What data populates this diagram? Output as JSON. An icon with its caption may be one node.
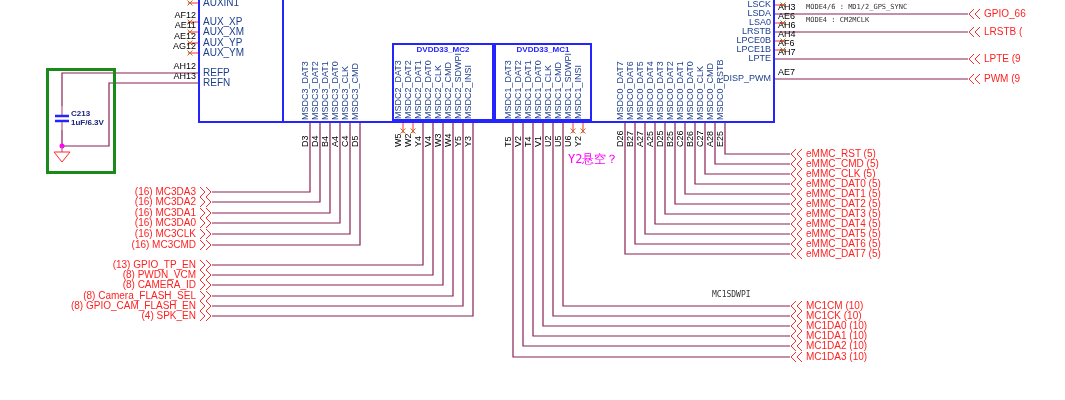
{
  "diagram": {
    "nodes": [
      {
        "text": [
          "AUXIN1",
          "AUX_XP",
          "AUX_XM",
          "AUX_YP",
          "AUX_YM",
          "REFP",
          "REFN",
          "MSDC3_DAT3",
          "MSDC3_DAT2",
          "MSDC3_DAT1",
          "MSDC3_DAT0",
          "MSDC3_CLK",
          "MSDC3_CMD",
          "MSDC0_DAT7",
          "MSDC0_DAT6",
          "MSDC0_DAT5",
          "MSDC0_DAT4",
          "MSDC0_DAT3",
          "MSDC0_DAT2",
          "MSDC0_DAT1",
          "MSDC0_DAT0",
          "MSDC0_CLK",
          "MSDC0_CMD",
          "MSDC0_RSTB",
          "LSCK",
          "LSDA",
          "LSA0",
          "LRSTB",
          "LPCE0B",
          "LPCE1B",
          "LPTE",
          "DISP_PWM"
        ]
      },
      {
        "text": [
          "DVDD33_MC2",
          "MSDC2_DAT3",
          "MSDC2_DAT2",
          "MSDC2_DAT1",
          "MSDC2_DAT0",
          "MSDC2_CLK",
          "MSDC2_CMD",
          "MSDC2_SDWPI",
          "MSDC2_INSI"
        ],
        "in": 0
      },
      {
        "text": [
          "DVDD33_MC1",
          "MSDC1_DAT3",
          "MSDC1_DAT2",
          "MSDC1_DAT1",
          "MSDC1_DAT0",
          "MSDC1_CLK",
          "MSDC1_CMD",
          "MSDC1_SDWPI",
          "MSDC1_INSI"
        ],
        "in": 0
      },
      {
        "text": [],
        "shape": "box"
      },
      {
        "text": [
          "C213",
          "1uF/6.3V"
        ],
        "in": 3
      },
      {
        "text": [
          "GPIO_66"
        ]
      },
      {
        "text": [
          "LRSTB ("
        ]
      },
      {
        "text": [
          "LPTE (9"
        ]
      },
      {
        "text": [
          "PWM (9"
        ]
      },
      {
        "text": [
          "eMMC_RST (5)"
        ]
      },
      {
        "text": [
          "eMMC_CMD (5)"
        ]
      },
      {
        "text": [
          "eMMC_CLK (5)"
        ]
      },
      {
        "text": [
          "eMMC_DAT0 (5)"
        ]
      },
      {
        "text": [
          "eMMC_DAT1 (5)"
        ]
      },
      {
        "text": [
          "eMMC_DAT2 (5)"
        ]
      },
      {
        "text": [
          "eMMC_DAT3 (5)"
        ]
      },
      {
        "text": [
          "eMMC_DAT4 (5)"
        ]
      },
      {
        "text": [
          "eMMC_DAT5 (5)"
        ]
      },
      {
        "text": [
          "eMMC_DAT6 (5)"
        ]
      },
      {
        "text": [
          "eMMC_DAT7 (5)"
        ]
      },
      {
        "text": [
          "(16) MC3DA3"
        ]
      },
      {
        "text": [
          "(16) MC3DA2"
        ]
      },
      {
        "text": [
          "(16) MC3DA1"
        ]
      },
      {
        "text": [
          "(16) MC3DA0"
        ]
      },
      {
        "text": [
          "(16) MC3CLK"
        ]
      },
      {
        "text": [
          "(16) MC3CMD"
        ]
      },
      {
        "text": [
          "(13) GPIO_TP_EN"
        ]
      },
      {
        "text": [
          "(8) PWDN_VCM"
        ]
      },
      {
        "text": [
          "(8) CAMERA_ID"
        ]
      },
      {
        "text": [
          "(8) Camera_FLASH_SEL"
        ]
      },
      {
        "text": [
          "(8) GPIO_CAM_FLASH_EN"
        ]
      },
      {
        "text": [
          "(4) SPK_EN"
        ]
      },
      {
        "text": [
          "MC1CM (10)"
        ]
      },
      {
        "text": [
          "MC1CK (10)"
        ]
      },
      {
        "text": [
          "MC1DA0 (10)"
        ]
      },
      {
        "text": [
          "MC1DA1 (10)"
        ]
      },
      {
        "text": [
          "MC1DA2 (10)"
        ]
      },
      {
        "text": [
          "MC1DA3 (10)"
        ]
      }
    ],
    "edges": [
      {
        "from": 0,
        "to": 4,
        "arrow": "none"
      },
      {
        "from": 0,
        "to": 4,
        "arrow": "none"
      },
      {
        "from": 0,
        "to": 5,
        "arrow": "none"
      },
      {
        "from": 0,
        "to": 6,
        "arrow": "none"
      },
      {
        "from": 0,
        "to": 7,
        "arrow": "none"
      },
      {
        "from": 0,
        "to": 8,
        "arrow": "none"
      },
      {
        "from": 0,
        "to": 9,
        "arrow": "none"
      },
      {
        "from": 0,
        "to": 10,
        "arrow": "none"
      },
      {
        "from": 0,
        "to": 11,
        "arrow": "none"
      },
      {
        "from": 0,
        "to": 12,
        "arrow": "none"
      },
      {
        "from": 0,
        "to": 13,
        "arrow": "none"
      },
      {
        "from": 0,
        "to": 14,
        "arrow": "none"
      },
      {
        "from": 0,
        "to": 15,
        "arrow": "none"
      },
      {
        "from": 0,
        "to": 16,
        "arrow": "none"
      },
      {
        "from": 0,
        "to": 17,
        "arrow": "none"
      },
      {
        "from": 0,
        "to": 18,
        "arrow": "none"
      },
      {
        "from": 0,
        "to": 19,
        "arrow": "none"
      },
      {
        "from": 0,
        "to": 20,
        "arrow": "none"
      },
      {
        "from": 0,
        "to": 21,
        "arrow": "none"
      },
      {
        "from": 0,
        "to": 22,
        "arrow": "none"
      },
      {
        "from": 0,
        "to": 23,
        "arrow": "none"
      },
      {
        "from": 0,
        "to": 24,
        "arrow": "none"
      },
      {
        "from": 0,
        "to": 25,
        "arrow": "none"
      },
      {
        "from": 1,
        "to": 26,
        "arrow": "none"
      },
      {
        "from": 1,
        "to": 27,
        "arrow": "none"
      },
      {
        "from": 1,
        "to": 28,
        "arrow": "none"
      },
      {
        "from": 1,
        "to": 29,
        "arrow": "none"
      },
      {
        "from": 1,
        "to": 30,
        "arrow": "none"
      },
      {
        "from": 1,
        "to": 31,
        "arrow": "none"
      },
      {
        "from": 2,
        "to": 32,
        "arrow": "none"
      },
      {
        "from": 2,
        "to": 33,
        "arrow": "none"
      },
      {
        "from": 2,
        "to": 34,
        "arrow": "none"
      },
      {
        "from": 2,
        "to": 35,
        "arrow": "none"
      },
      {
        "from": 2,
        "to": 36,
        "arrow": "none"
      },
      {
        "from": 2,
        "to": 37,
        "arrow": "none"
      }
    ],
    "labels": [
      "AF12",
      "AE11",
      "AE12",
      "AG12",
      "AH12",
      "AH13",
      "AH3",
      "AE6",
      "AH6",
      "AH4",
      "AF6",
      "AH7",
      "AE7",
      "MODE4/6 : MD1/2_GPS_SYNC",
      "MODE4 : CM2MCLK",
      "D3",
      "D4",
      "B4",
      "A4",
      "C4",
      "D5",
      "W5",
      "W2",
      "Y4",
      "V4",
      "W3",
      "W4",
      "Y5",
      "Y3",
      "T5",
      "V2",
      "T4",
      "V1",
      "U2",
      "U5",
      "U6",
      "Y2",
      "D26",
      "B27",
      "A27",
      "A25",
      "D25",
      "B25",
      "C26",
      "B26",
      "C27",
      "A28",
      "E25",
      "Y2悬空？",
      "MC1SDWPI"
    ]
  }
}
